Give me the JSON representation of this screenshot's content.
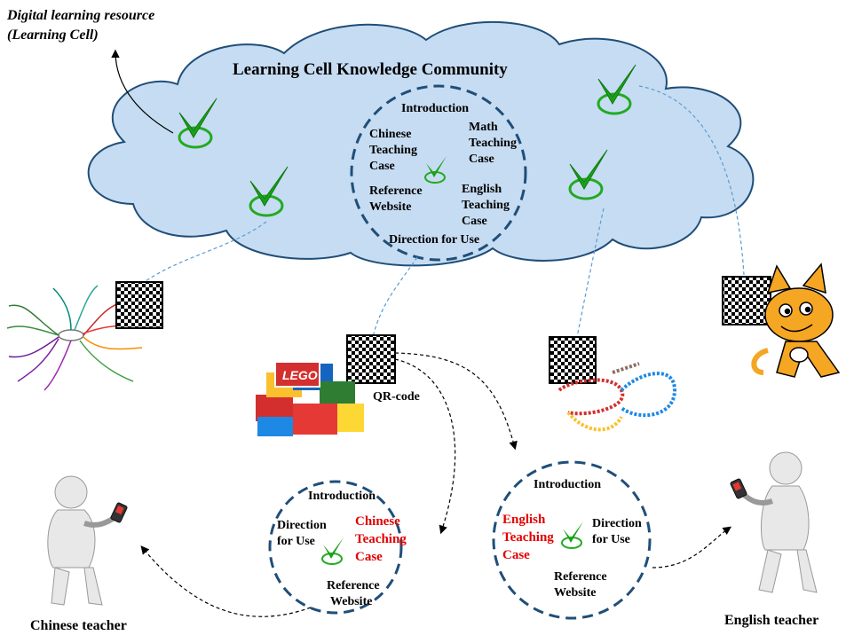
{
  "cloud": {
    "title": "Learning Cell  Knowledge Community",
    "center_circle": {
      "introduction": "Introduction",
      "chinese_case": [
        "Chinese",
        "Teaching",
        "Case"
      ],
      "math_case": [
        "Math",
        "Teaching",
        "Case"
      ],
      "reference": [
        "Reference",
        "Website"
      ],
      "english_case": [
        "English",
        "Teaching",
        "Case"
      ],
      "direction": "Direction for Use"
    }
  },
  "resource_note": [
    "Digital learning resource",
    "(Learning Cell)"
  ],
  "qr_label": "QR-code",
  "lego_text": "LEGO",
  "left_circle": {
    "introduction": "Introduction",
    "direction": [
      "Direction",
      "for Use"
    ],
    "case": [
      "Chinese",
      "Teaching",
      "Case"
    ],
    "reference": [
      "Reference",
      "Website"
    ]
  },
  "right_circle": {
    "introduction": "Introduction",
    "case": [
      "English",
      "Teaching",
      "Case"
    ],
    "direction": [
      "Direction",
      "for Use"
    ],
    "reference": [
      "Reference",
      "Website"
    ]
  },
  "chinese_teacher": "Chinese teacher",
  "english_teacher": "English teacher",
  "colors": {
    "cloud_fill": "#c6dcf2",
    "cloud_stroke": "#1f4e79",
    "circle_stroke": "#1f4e79",
    "check_green": "#22aa22",
    "highlight_red": "#e00000",
    "link_blue": "#5b9bd5"
  }
}
